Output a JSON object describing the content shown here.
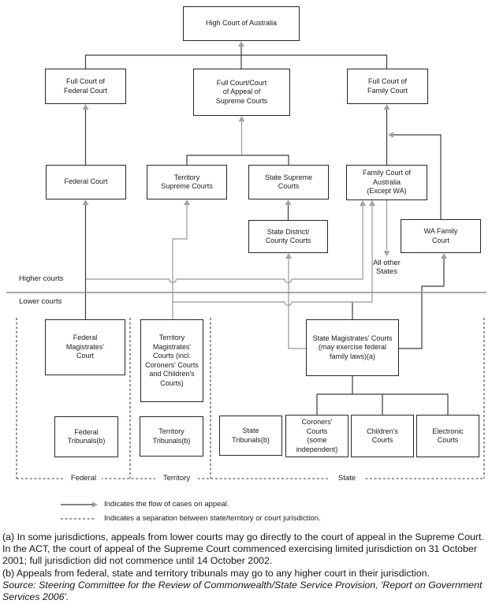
{
  "diagram": {
    "boxes": {
      "high_court": "High Court of Australia",
      "full_federal": "Full Court of\nFederal Court",
      "full_supreme": "Full Court/Court\nof Appeal of\nSupreme Courts",
      "full_family": "Full Court of\nFamily Court",
      "federal_court": "Federal Court",
      "territory_supreme": "Territory\nSupreme Courts",
      "state_supreme": "State Supreme\nCourts",
      "family_court_aus": "Family Court of\nAustralia\n(Except WA)",
      "state_district": "State District/\nCounty Courts",
      "wa_family": "WA Family\nCourt",
      "federal_mag": "Federal\nMagistrates'\nCourt",
      "territory_mag": "Territory\nMagistrates'\nCourts (incl.\nCoroners' Courts\nand Children's\nCourts)",
      "state_mag": "State Magistrates' Courts\n(may exercise federal\nfamily laws)(a)",
      "federal_trib": "Federal\nTribunals(b)",
      "territory_trib": "Territory\nTribunals(b)",
      "state_trib": "State\nTribunals(b)",
      "coroners": "Coroners'\nCourts\n(some\nindependent)",
      "childrens": "Children's\nCourts",
      "electronic": "Electronic\nCourts"
    },
    "labels": {
      "higher_courts": "Higher courts",
      "lower_courts": "Lower courts",
      "all_other_states": "All other\nStates",
      "federal": "Federal",
      "territory": "Territory",
      "state": "State"
    },
    "colors": {
      "line_dark": "#3b3b3b",
      "line_gray": "#989898",
      "arrowhead": "#a2a2a2",
      "box_border": "#2b2523"
    }
  },
  "legend": {
    "flow": "Indicates the flow of cases on appeal.",
    "separation": "Indicates a separation between state/territory or court jurisdiction."
  },
  "footnotes": {
    "a": "(a) In some jurisdictions, appeals from lower courts may go directly to the court of appeal in the Supreme Court. In the ACT, the court of appeal of the Supreme Court commenced exercising limited jurisdiction on 31 October 2001; full jurisdiction did not commence until 14 October 2002.",
    "b": "(b) Appeals from federal, state and territory tribunals may go to any higher court in their jurisdiction."
  },
  "source": "Source: Steering Committee for the Review of Commonwealth/State Service Provision, 'Report on Government Services 2006'."
}
